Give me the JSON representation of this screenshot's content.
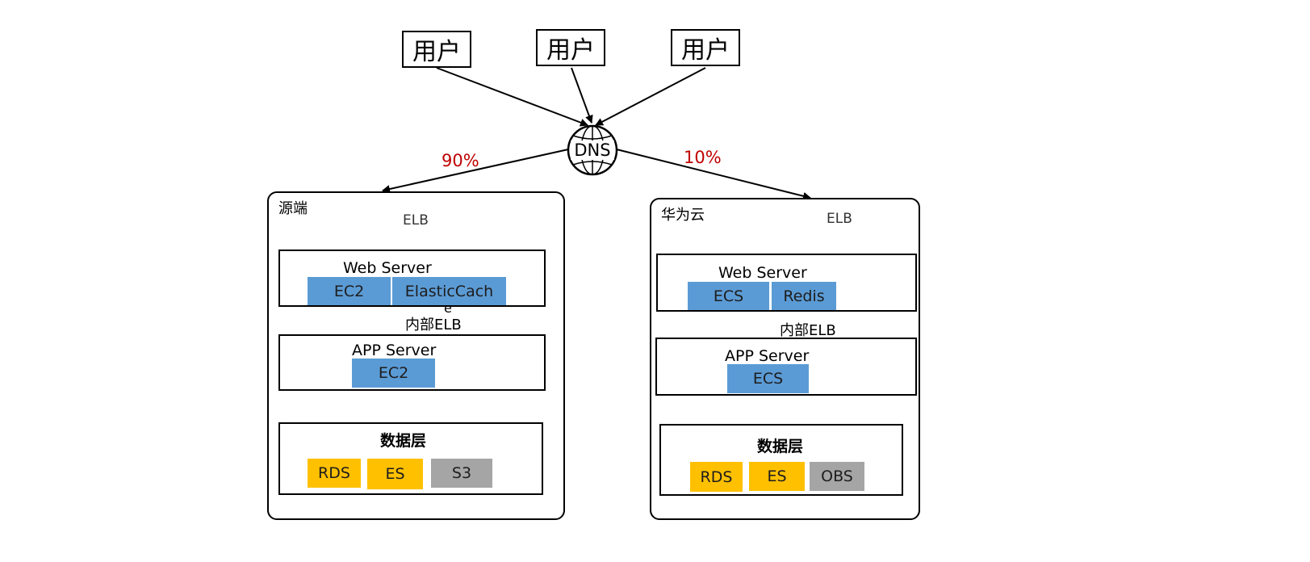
{
  "users": [
    "用户",
    "用户",
    "用户"
  ],
  "dns": {
    "label": "DNS"
  },
  "split": {
    "left": "90%",
    "right": "10%"
  },
  "colors": {
    "compute": "#5b9bd5",
    "database": "#ffc000",
    "storage": "#a5a5a5",
    "percent": "#c00000"
  },
  "source": {
    "label": "源端",
    "elb": "ELB",
    "web": {
      "title": "Web Server",
      "items": [
        "EC2",
        "ElasticCach",
        "e"
      ]
    },
    "internal": "内部ELB",
    "app": {
      "title": "APP Server",
      "items": [
        "EC2"
      ]
    },
    "data": {
      "title": "数据层",
      "items": [
        "RDS",
        "ES",
        "S3"
      ]
    }
  },
  "huawei": {
    "label": "华为云",
    "elb": "ELB",
    "web": {
      "title": "Web Server",
      "items": [
        "ECS",
        "Redis"
      ]
    },
    "internal": "内部ELB",
    "app": {
      "title": "APP Server",
      "items": [
        "ECS"
      ]
    },
    "data": {
      "title": "数据层",
      "items": [
        "RDS",
        "ES",
        "OBS"
      ]
    }
  }
}
